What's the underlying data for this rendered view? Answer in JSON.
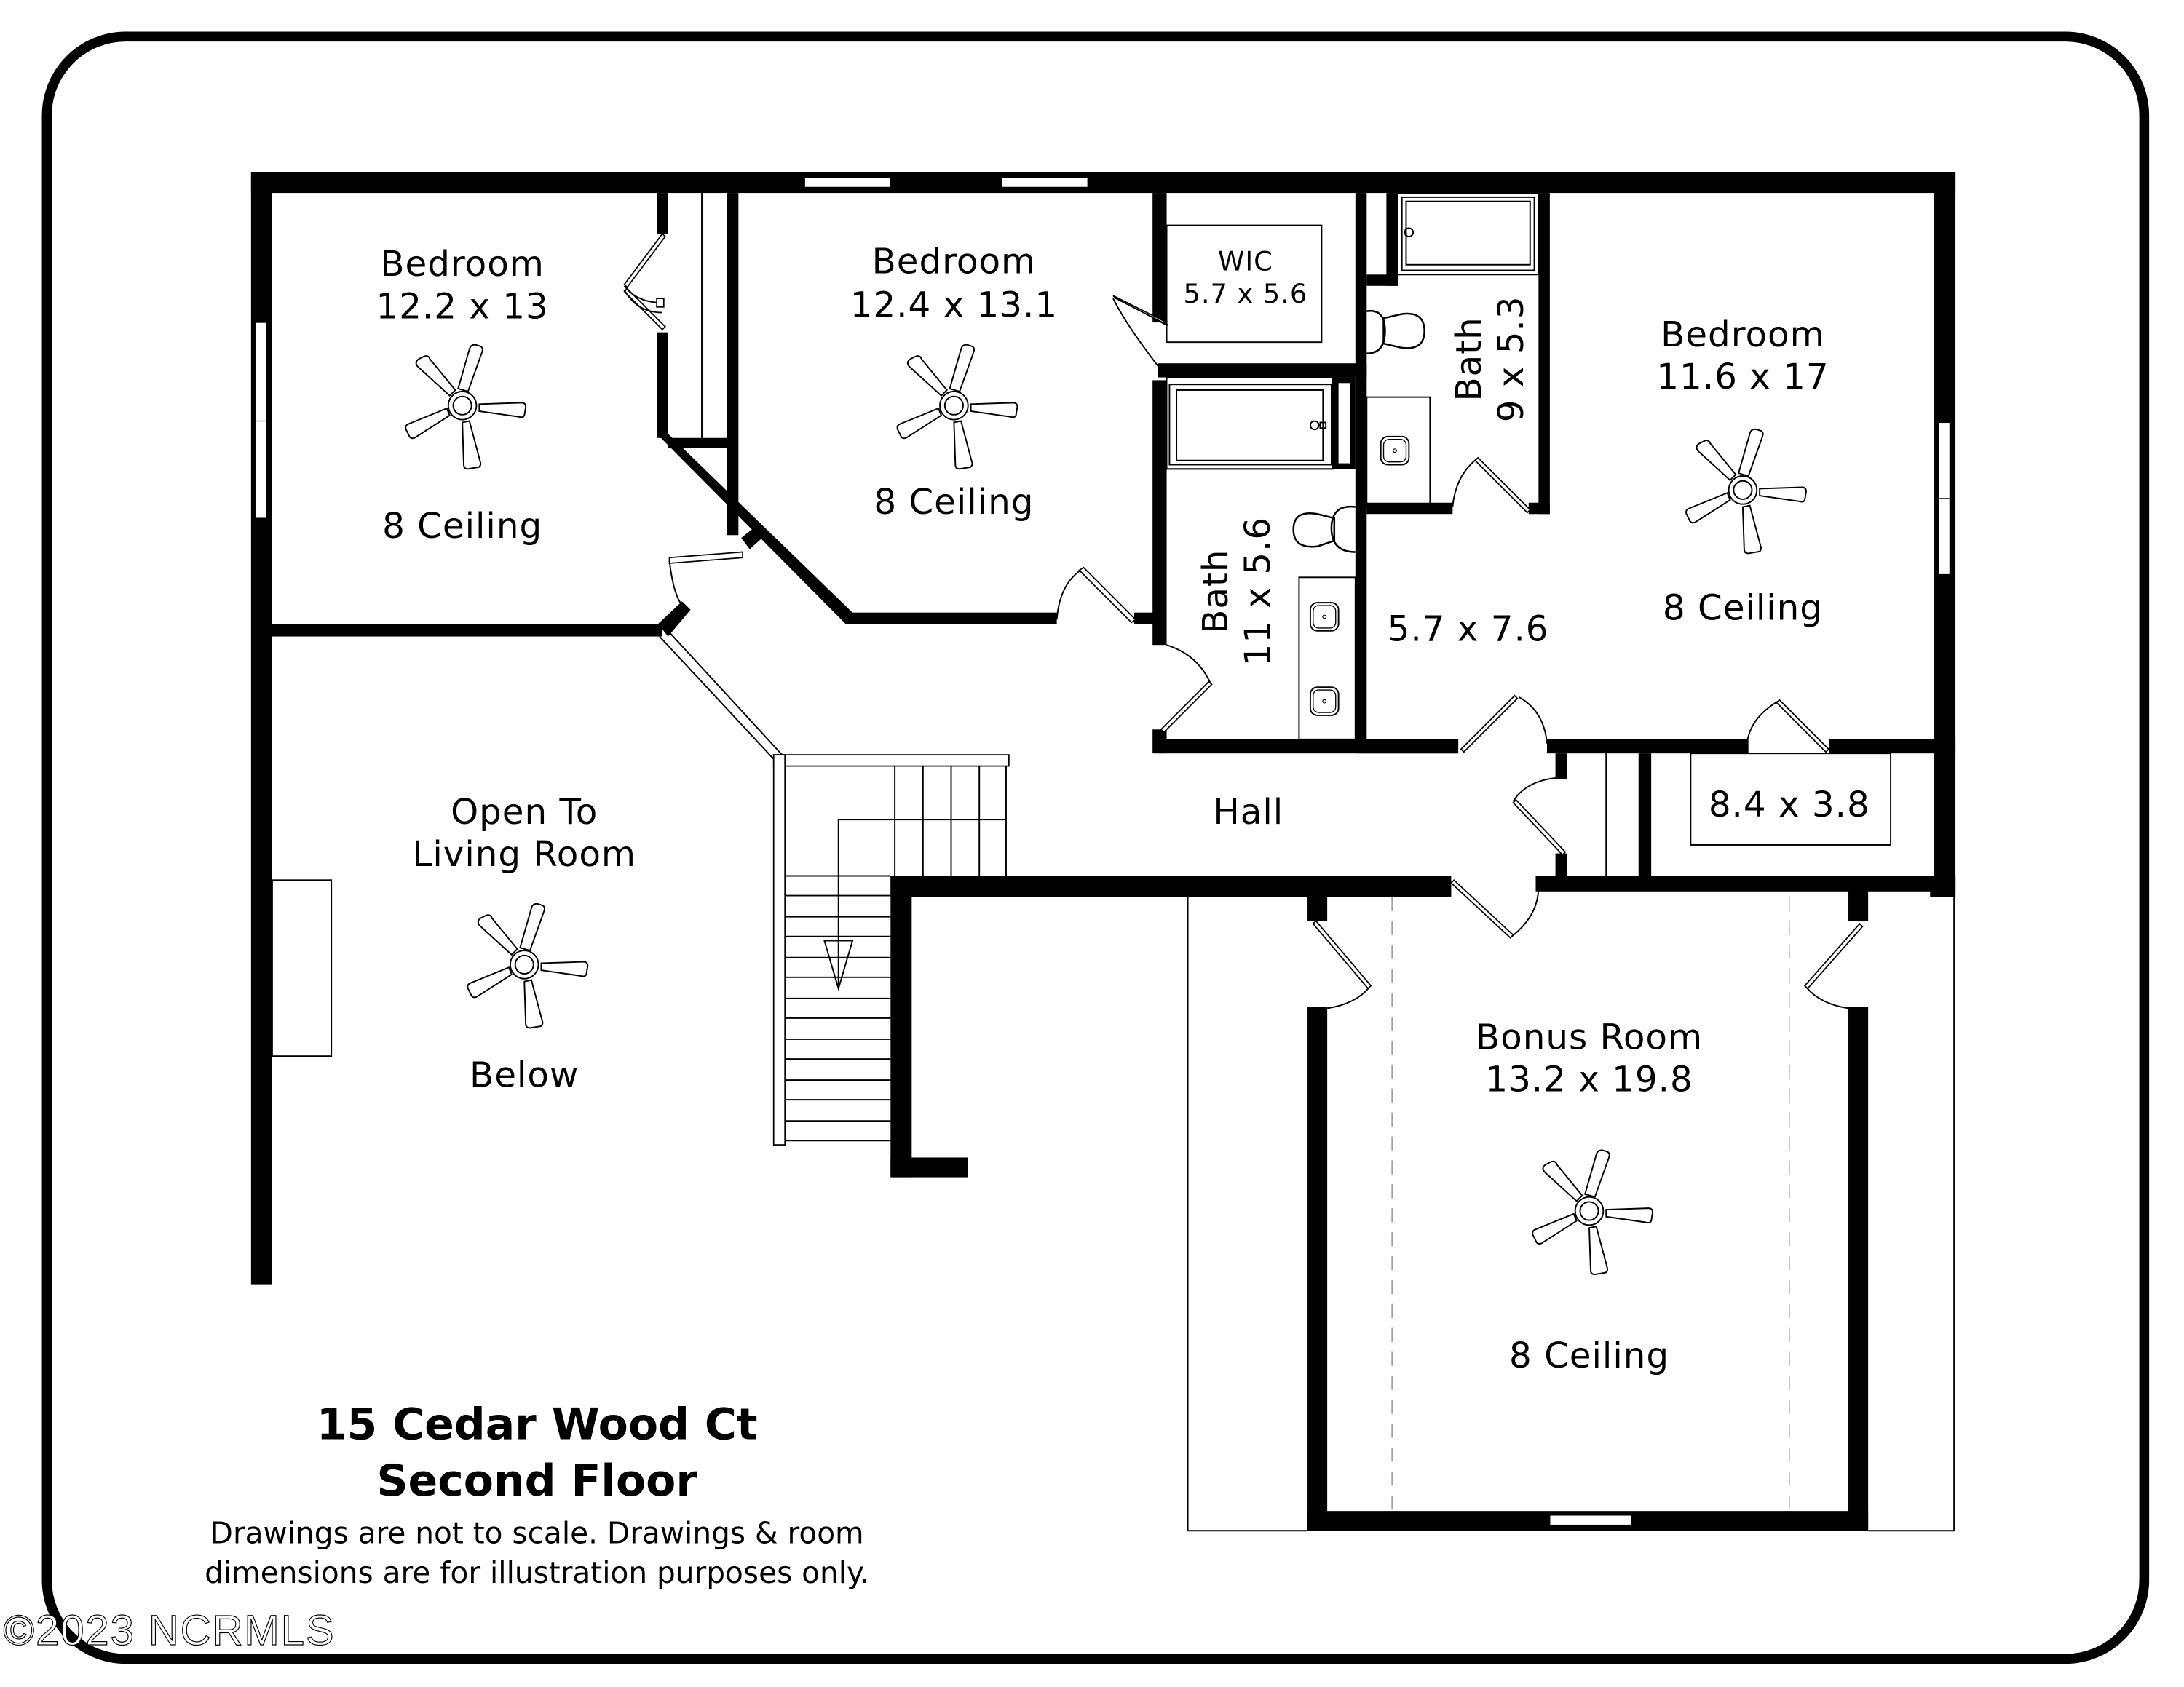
{
  "plan": {
    "title": "15 Cedar Wood Ct",
    "subtitle": "Second Floor",
    "disclaimer_line1": "Drawings are not to scale. Drawings & room",
    "disclaimer_line2": "dimensions are for illustration purposes only.",
    "watermark": "©2023 NCRMLS",
    "colors": {
      "wall": "#000000",
      "background": "#ffffff",
      "dashed_line": "#999999"
    }
  },
  "rooms": {
    "bedroom1": {
      "name": "Bedroom",
      "dims": "12.2 x 13",
      "ceiling": "8 Ceiling",
      "icon": "ceiling-fan-icon"
    },
    "bedroom2": {
      "name": "Bedroom",
      "dims": "12.4 x 13.1",
      "ceiling": "8 Ceiling",
      "icon": "ceiling-fan-icon"
    },
    "wic": {
      "name": "WIC",
      "dims": "5.7 x 5.6"
    },
    "bath1": {
      "name": "Bath",
      "dims": "11 x 5.6"
    },
    "bath2": {
      "name": "Bath",
      "dims": "9 x 5.3"
    },
    "bedroom3": {
      "name": "Bedroom",
      "dims": "11.6 x 17",
      "ceiling": "8 Ceiling",
      "icon": "ceiling-fan-icon"
    },
    "closet_area": {
      "dims": "5.7 x 7.6"
    },
    "hall": {
      "name": "Hall"
    },
    "storage": {
      "dims": "8.4 x 3.8"
    },
    "open_to_living": {
      "line1": "Open To",
      "line2": "Living Room",
      "line3": "Below",
      "icon": "ceiling-fan-icon"
    },
    "bonus_room": {
      "name": "Bonus Room",
      "dims": "13.2 x 19.8",
      "ceiling": "8 Ceiling",
      "icon": "ceiling-fan-icon"
    }
  }
}
